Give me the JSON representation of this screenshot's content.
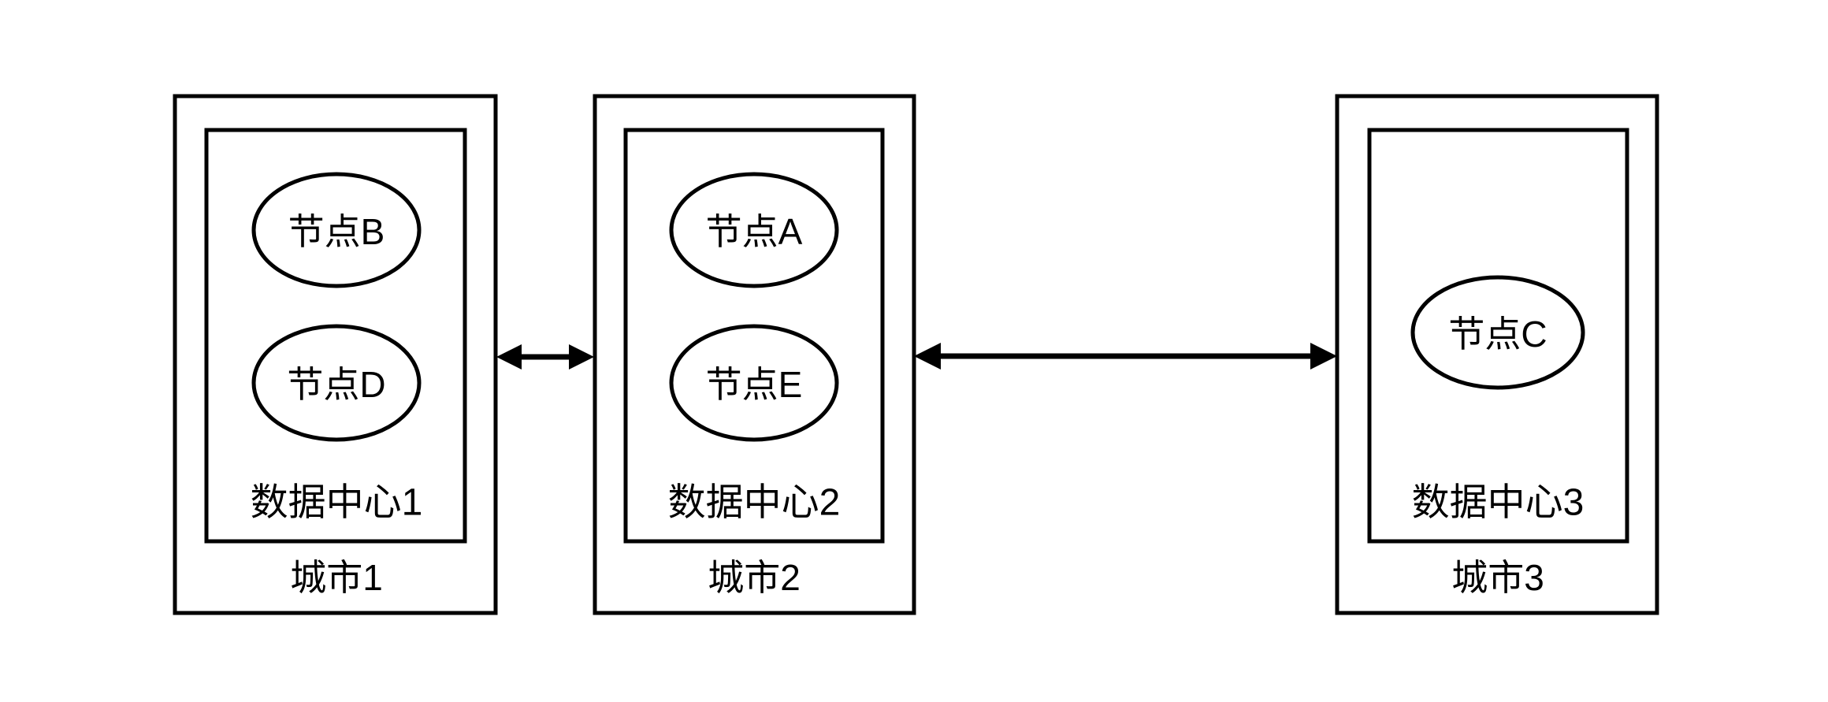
{
  "diagram": {
    "title": "",
    "background_color": "#ffffff",
    "stroke_color": "#000000",
    "cities": [
      {
        "id": "city-1",
        "label": "城市1",
        "datacenter": {
          "id": "datacenter-1",
          "label": "数据中心1",
          "nodes": [
            {
              "id": "node-b",
              "label": "节点B"
            },
            {
              "id": "node-d",
              "label": "节点D"
            }
          ]
        }
      },
      {
        "id": "city-2",
        "label": "城市2",
        "datacenter": {
          "id": "datacenter-2",
          "label": "数据中心2",
          "nodes": [
            {
              "id": "node-a",
              "label": "节点A"
            },
            {
              "id": "node-e",
              "label": "节点E"
            }
          ]
        }
      },
      {
        "id": "city-3",
        "label": "城市3",
        "datacenter": {
          "id": "datacenter-3",
          "label": "数据中心3",
          "nodes": [
            {
              "id": "node-c",
              "label": "节点C"
            }
          ]
        }
      }
    ],
    "links": [
      {
        "id": "link-city1-city2",
        "from": "city-1",
        "to": "city-2",
        "label": "",
        "bidirectional": true
      },
      {
        "id": "link-city2-city3",
        "from": "city-2",
        "to": "city-3",
        "label": "",
        "bidirectional": true
      }
    ]
  }
}
